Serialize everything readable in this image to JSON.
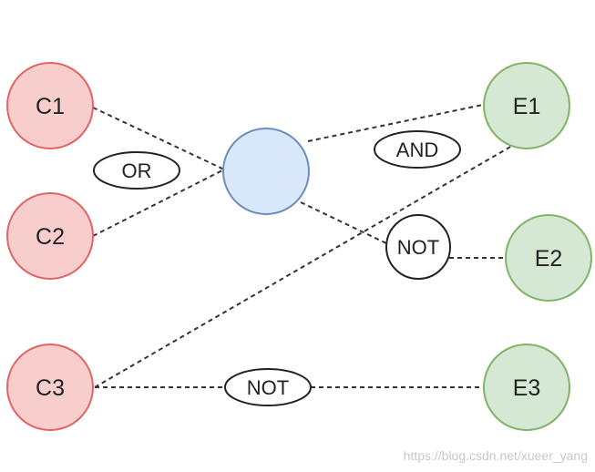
{
  "nodes": {
    "c1": {
      "label": "C1"
    },
    "c2": {
      "label": "C2"
    },
    "c3": {
      "label": "C3"
    },
    "hub": {
      "label": ""
    },
    "e1": {
      "label": "E1"
    },
    "e2": {
      "label": "E2"
    },
    "e3": {
      "label": "E3"
    }
  },
  "operators": {
    "or": {
      "label": "OR"
    },
    "and": {
      "label": "AND"
    },
    "not_hub_e2": {
      "label": "NOT"
    },
    "not_c3_e3": {
      "label": "NOT"
    }
  },
  "edges": [
    {
      "from": "C1",
      "to": "hub",
      "style": "dashed"
    },
    {
      "from": "C2",
      "to": "hub",
      "style": "dashed"
    },
    {
      "from": "hub",
      "to": "E1",
      "style": "dashed"
    },
    {
      "from": "hub",
      "to": "E2",
      "style": "dashed",
      "via": "NOT"
    },
    {
      "from": "C3",
      "to": "E1",
      "style": "dashed"
    },
    {
      "from": "C3",
      "to": "E3",
      "style": "dashed",
      "via": "NOT"
    }
  ],
  "colors": {
    "cause_fill": "#f8cecc",
    "cause_stroke": "#e06666",
    "effect_fill": "#d5e8d4",
    "effect_stroke": "#82b366",
    "hub_fill": "#dae8fc",
    "hub_stroke": "#6c8ebf",
    "line": "#333333",
    "operator_stroke": "#222222"
  },
  "watermark": "https://blog.csdn.net/xueer_yang"
}
